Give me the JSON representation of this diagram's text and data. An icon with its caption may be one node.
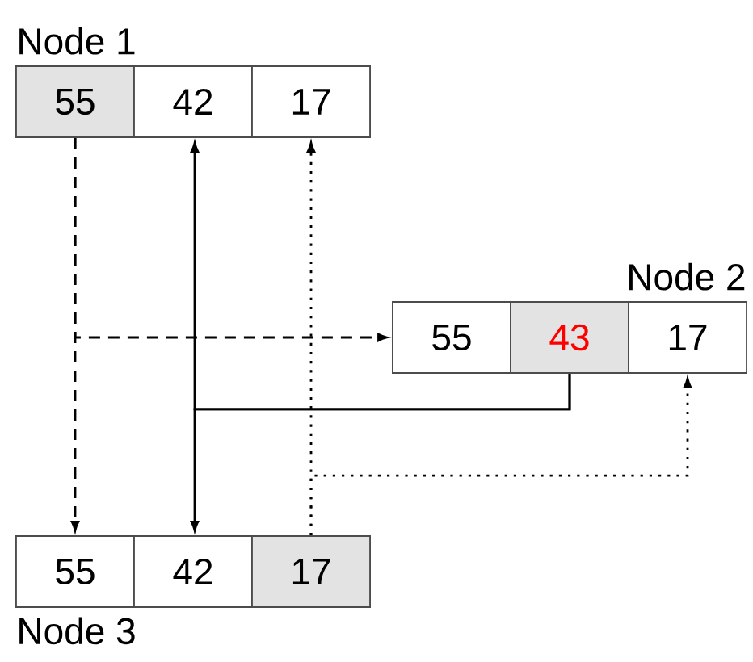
{
  "diagram": {
    "nodes": [
      {
        "text": [
          "Node 1"
        ]
      },
      {
        "text": [
          "55"
        ],
        "in": 0
      },
      {
        "text": [
          "42"
        ],
        "in": 0
      },
      {
        "text": [
          "17"
        ],
        "in": 0
      },
      {
        "text": [
          "Node 2"
        ]
      },
      {
        "text": [
          "55"
        ],
        "in": 4
      },
      {
        "text": [
          "43"
        ],
        "in": 4
      },
      {
        "text": [
          "17"
        ],
        "in": 4
      },
      {
        "text": [
          "Node 3"
        ]
      },
      {
        "text": [
          "55"
        ],
        "in": 8
      },
      {
        "text": [
          "42"
        ],
        "in": 8
      },
      {
        "text": [
          "17"
        ],
        "in": 8
      }
    ],
    "edges": [
      {
        "from": 1,
        "to": 9,
        "arrow": "to",
        "style": "dashed"
      },
      {
        "from": 1,
        "to": 5,
        "arrow": "to",
        "style": "dashed"
      },
      {
        "from": 6,
        "to": 2,
        "arrow": "to"
      },
      {
        "from": 6,
        "to": 10,
        "arrow": "to"
      },
      {
        "from": 11,
        "to": 3,
        "arrow": "to",
        "style": "dashed"
      },
      {
        "from": 11,
        "to": 7,
        "arrow": "to",
        "style": "dashed"
      }
    ]
  }
}
